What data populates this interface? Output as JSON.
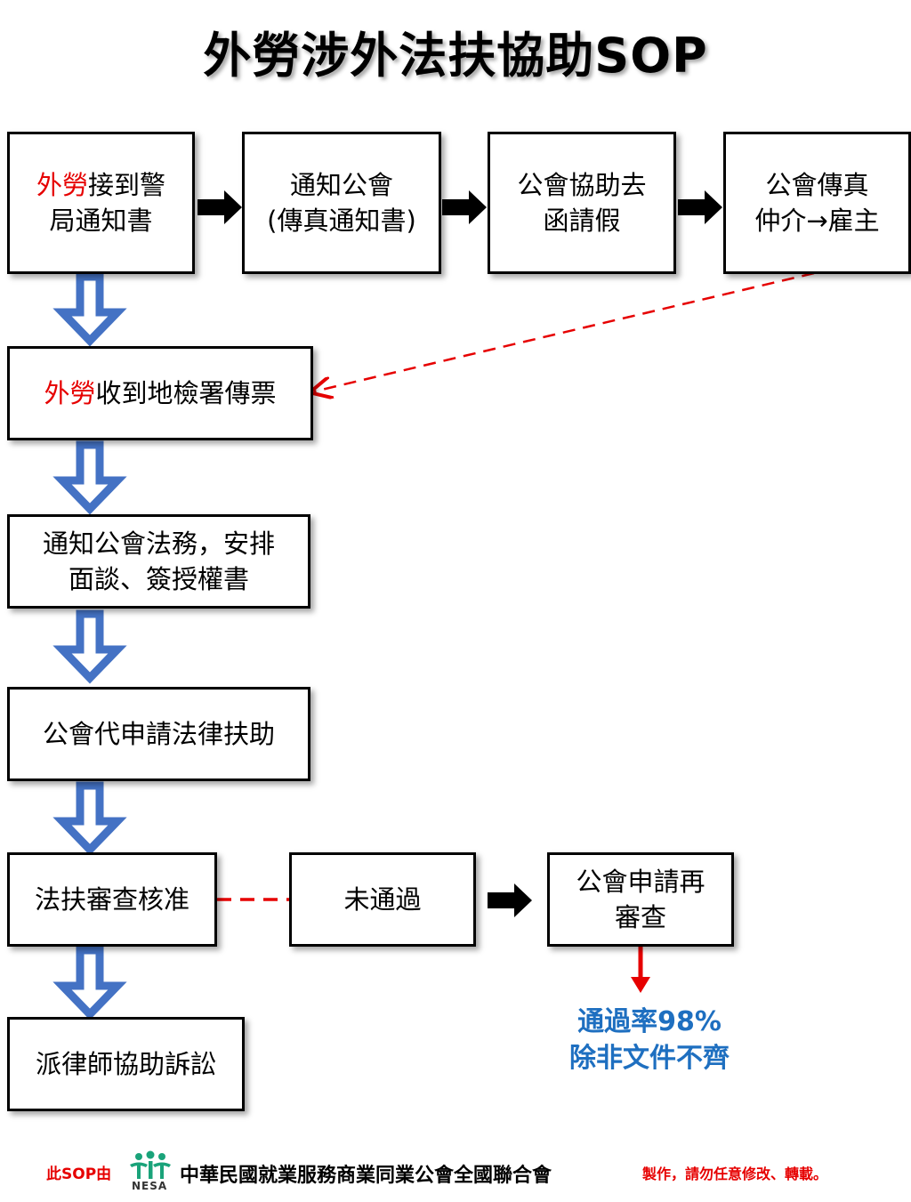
{
  "title": "外勞涉外法扶協助SOP",
  "boxes": {
    "b1": {
      "highlight": "外勞",
      "rest": "接到警",
      "line2": "局通知書"
    },
    "b2": {
      "line1": "通知公會",
      "line2": "(傳真通知書)"
    },
    "b3": {
      "line1": "公會協助去",
      "line2": "函請假"
    },
    "b4": {
      "line1": "公會傳真",
      "line2": "仲介→雇主"
    },
    "b5": {
      "highlight": "外勞",
      "rest": "收到地檢署傳票"
    },
    "b6": {
      "line1": "通知公會法務，安排",
      "line2": "面談、簽授權書"
    },
    "b7": {
      "line1": "公會代申請法律扶助"
    },
    "b8": {
      "line1": "法扶審查核准"
    },
    "b9": {
      "line1": "未通過"
    },
    "b10": {
      "line1": "公會申請再",
      "line2": "審查"
    },
    "b11": {
      "line1": "派律師協助訴訟"
    }
  },
  "result": {
    "line1": "通過率98%",
    "line2": "除非文件不齊"
  },
  "footer": {
    "prefix": "此SOP由",
    "logo_text": "NESA",
    "org": "中華民國就業服務商業同業公會全國聯合會",
    "suffix": "製作，請勿任意修改、轉載。"
  },
  "colors": {
    "highlight": "#e60000",
    "down_arrow": "#4472c4",
    "right_arrow": "#000000",
    "dashed": "#e60000",
    "result_text": "#1e6fc0",
    "logo": "#1aa37a"
  },
  "icons": {
    "down_arrow": "hollow-down-arrow-icon",
    "right_arrow": "black-right-arrow-icon",
    "logo": "nesa-people-logo-icon"
  }
}
